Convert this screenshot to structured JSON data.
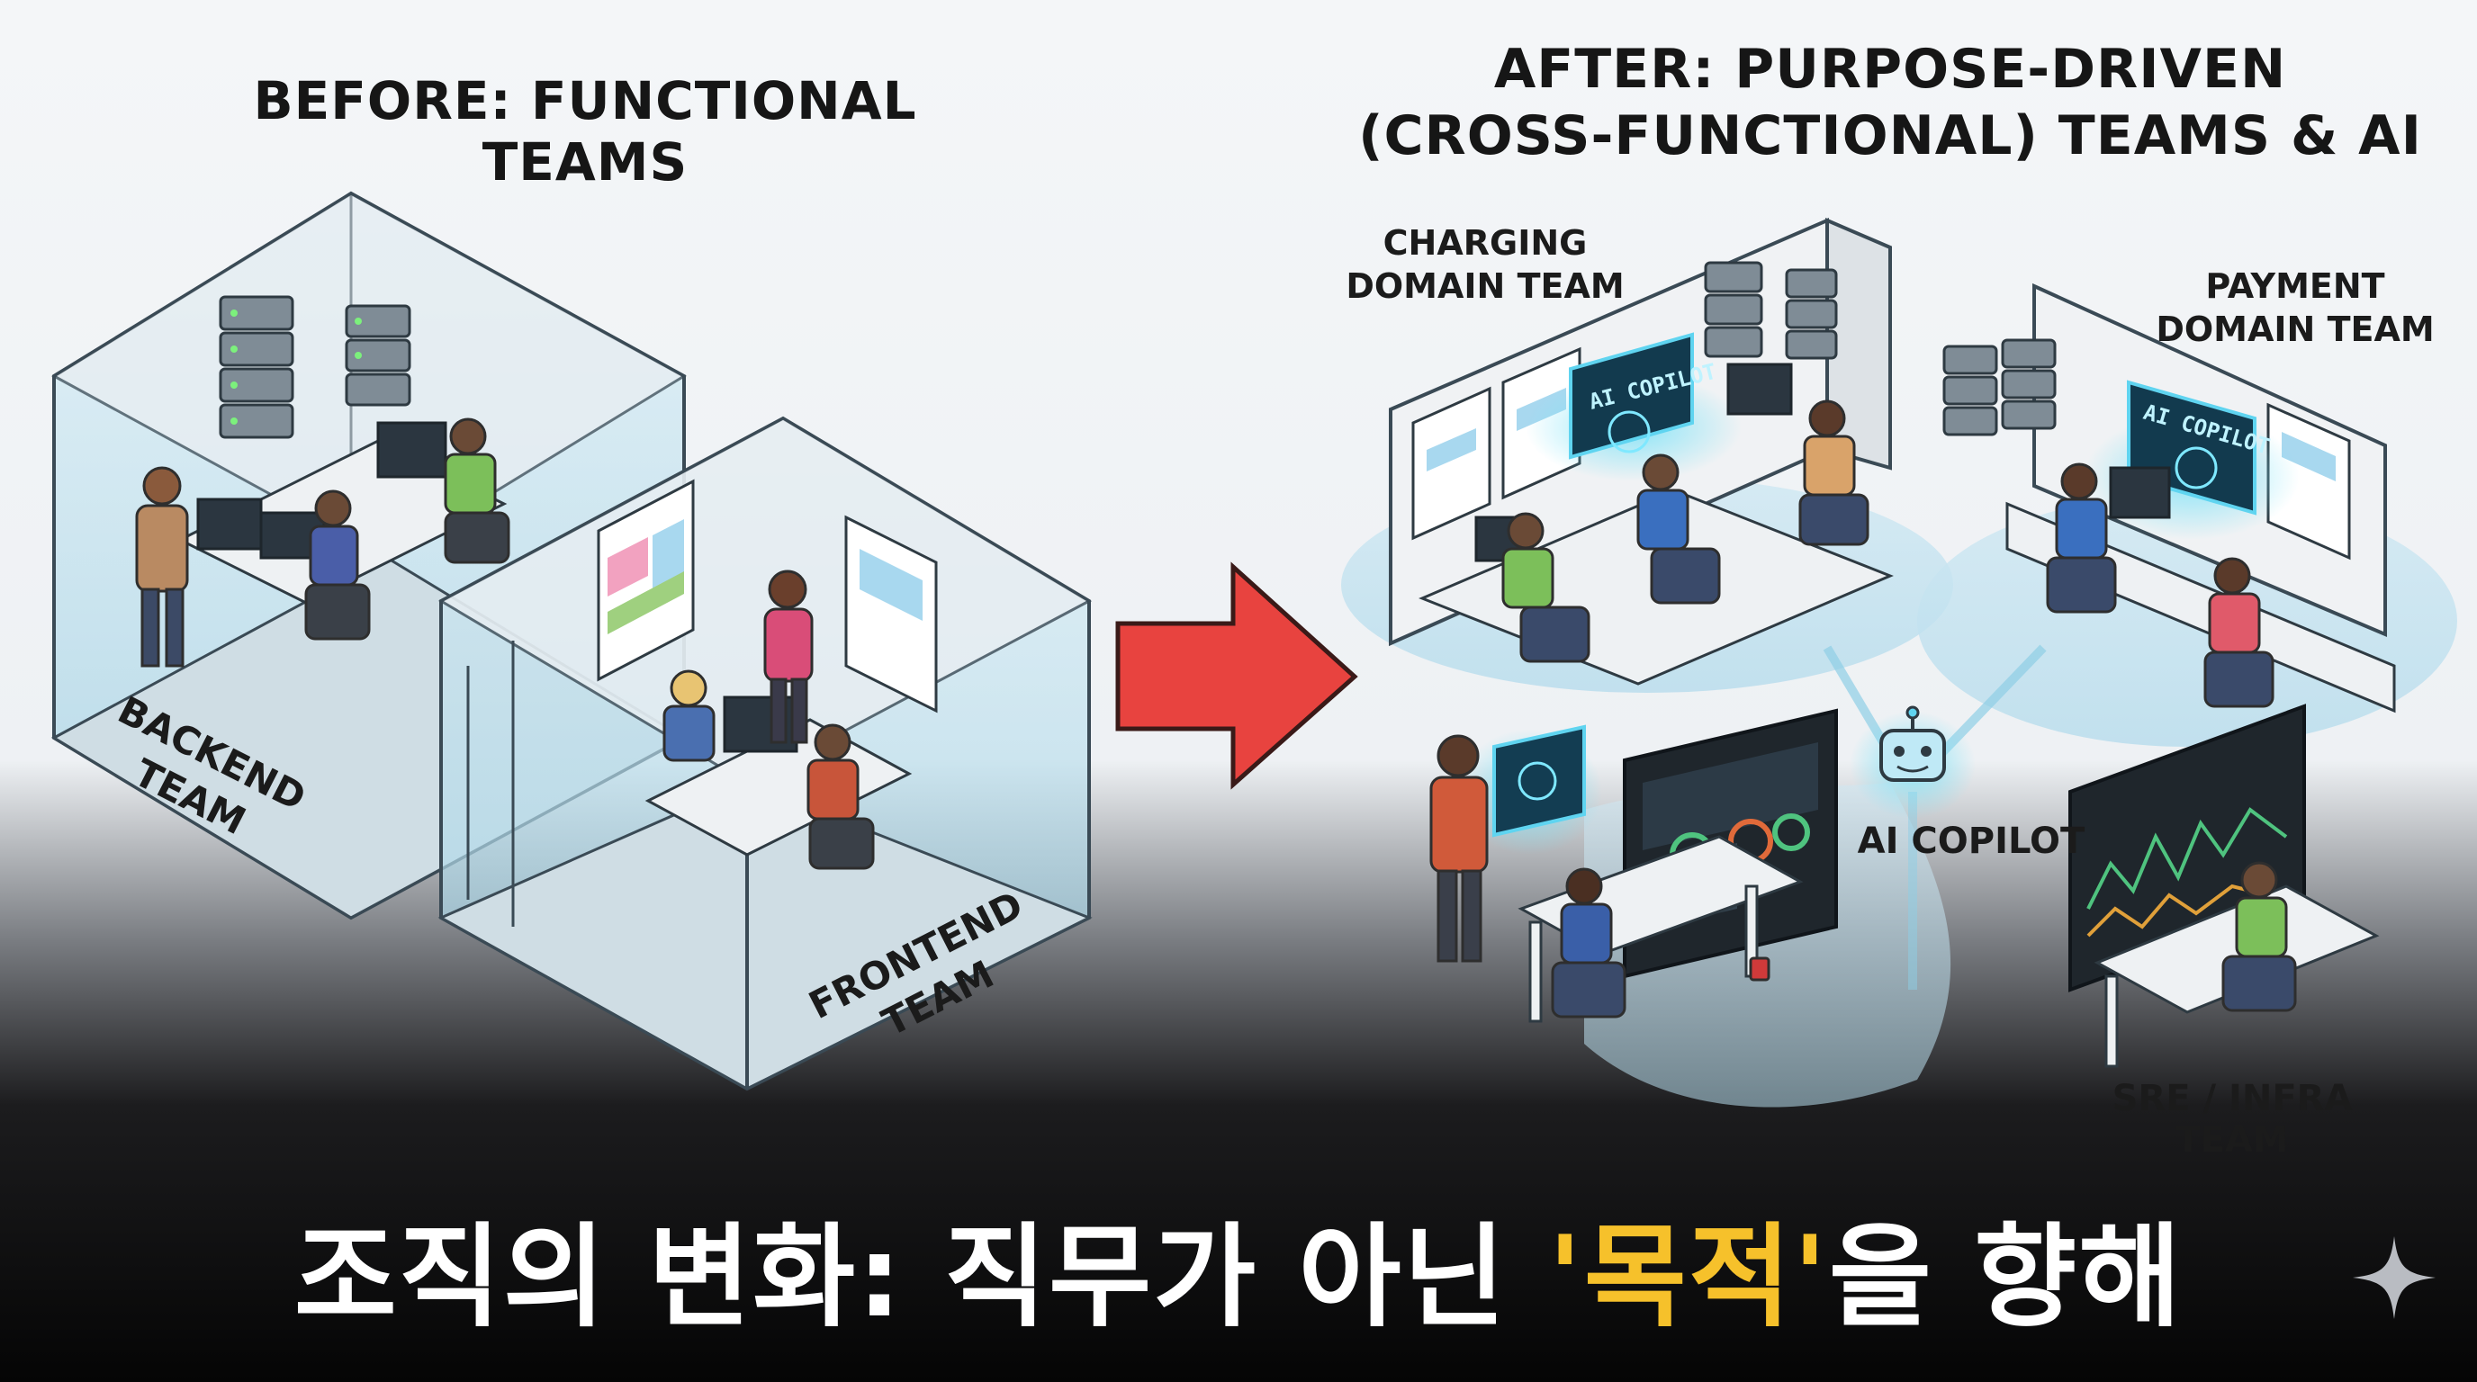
{
  "before": {
    "title": "BEFORE: FUNCTIONAL TEAMS",
    "backend_label_line1": "BACKEND",
    "backend_label_line2": "TEAM",
    "frontend_label_line1": "FRONTEND",
    "frontend_label_line2": "TEAM"
  },
  "after": {
    "title_line1": "AFTER: PURPOSE-DRIVEN",
    "title_line2": "(CROSS-FUNCTIONAL) TEAMS & AI",
    "charging_line1": "CHARGING",
    "charging_line2": "DOMAIN TEAM",
    "payment_line1": "PAYMENT",
    "payment_line2": "DOMAIN TEAM",
    "ai_copilot_label": "AI COPILOT",
    "screen_copilot_1": "AI COPILOT",
    "screen_copilot_2": "AI COPILOT",
    "sre_label": "SRE / INFRA TEAM"
  },
  "caption": {
    "before_highlight": "조직의 변화: 직무가 아닌 ",
    "highlight": "'목적'",
    "after_highlight": "을 향해"
  },
  "colors": {
    "arrow": "#e8433f",
    "highlight": "#f6c12b",
    "glass": "#bfe2f0",
    "ai_glow": "#5fd4f0"
  },
  "icons": [
    "server-rack-icon",
    "robot-icon",
    "sparkle-icon",
    "arrow-right-icon"
  ]
}
